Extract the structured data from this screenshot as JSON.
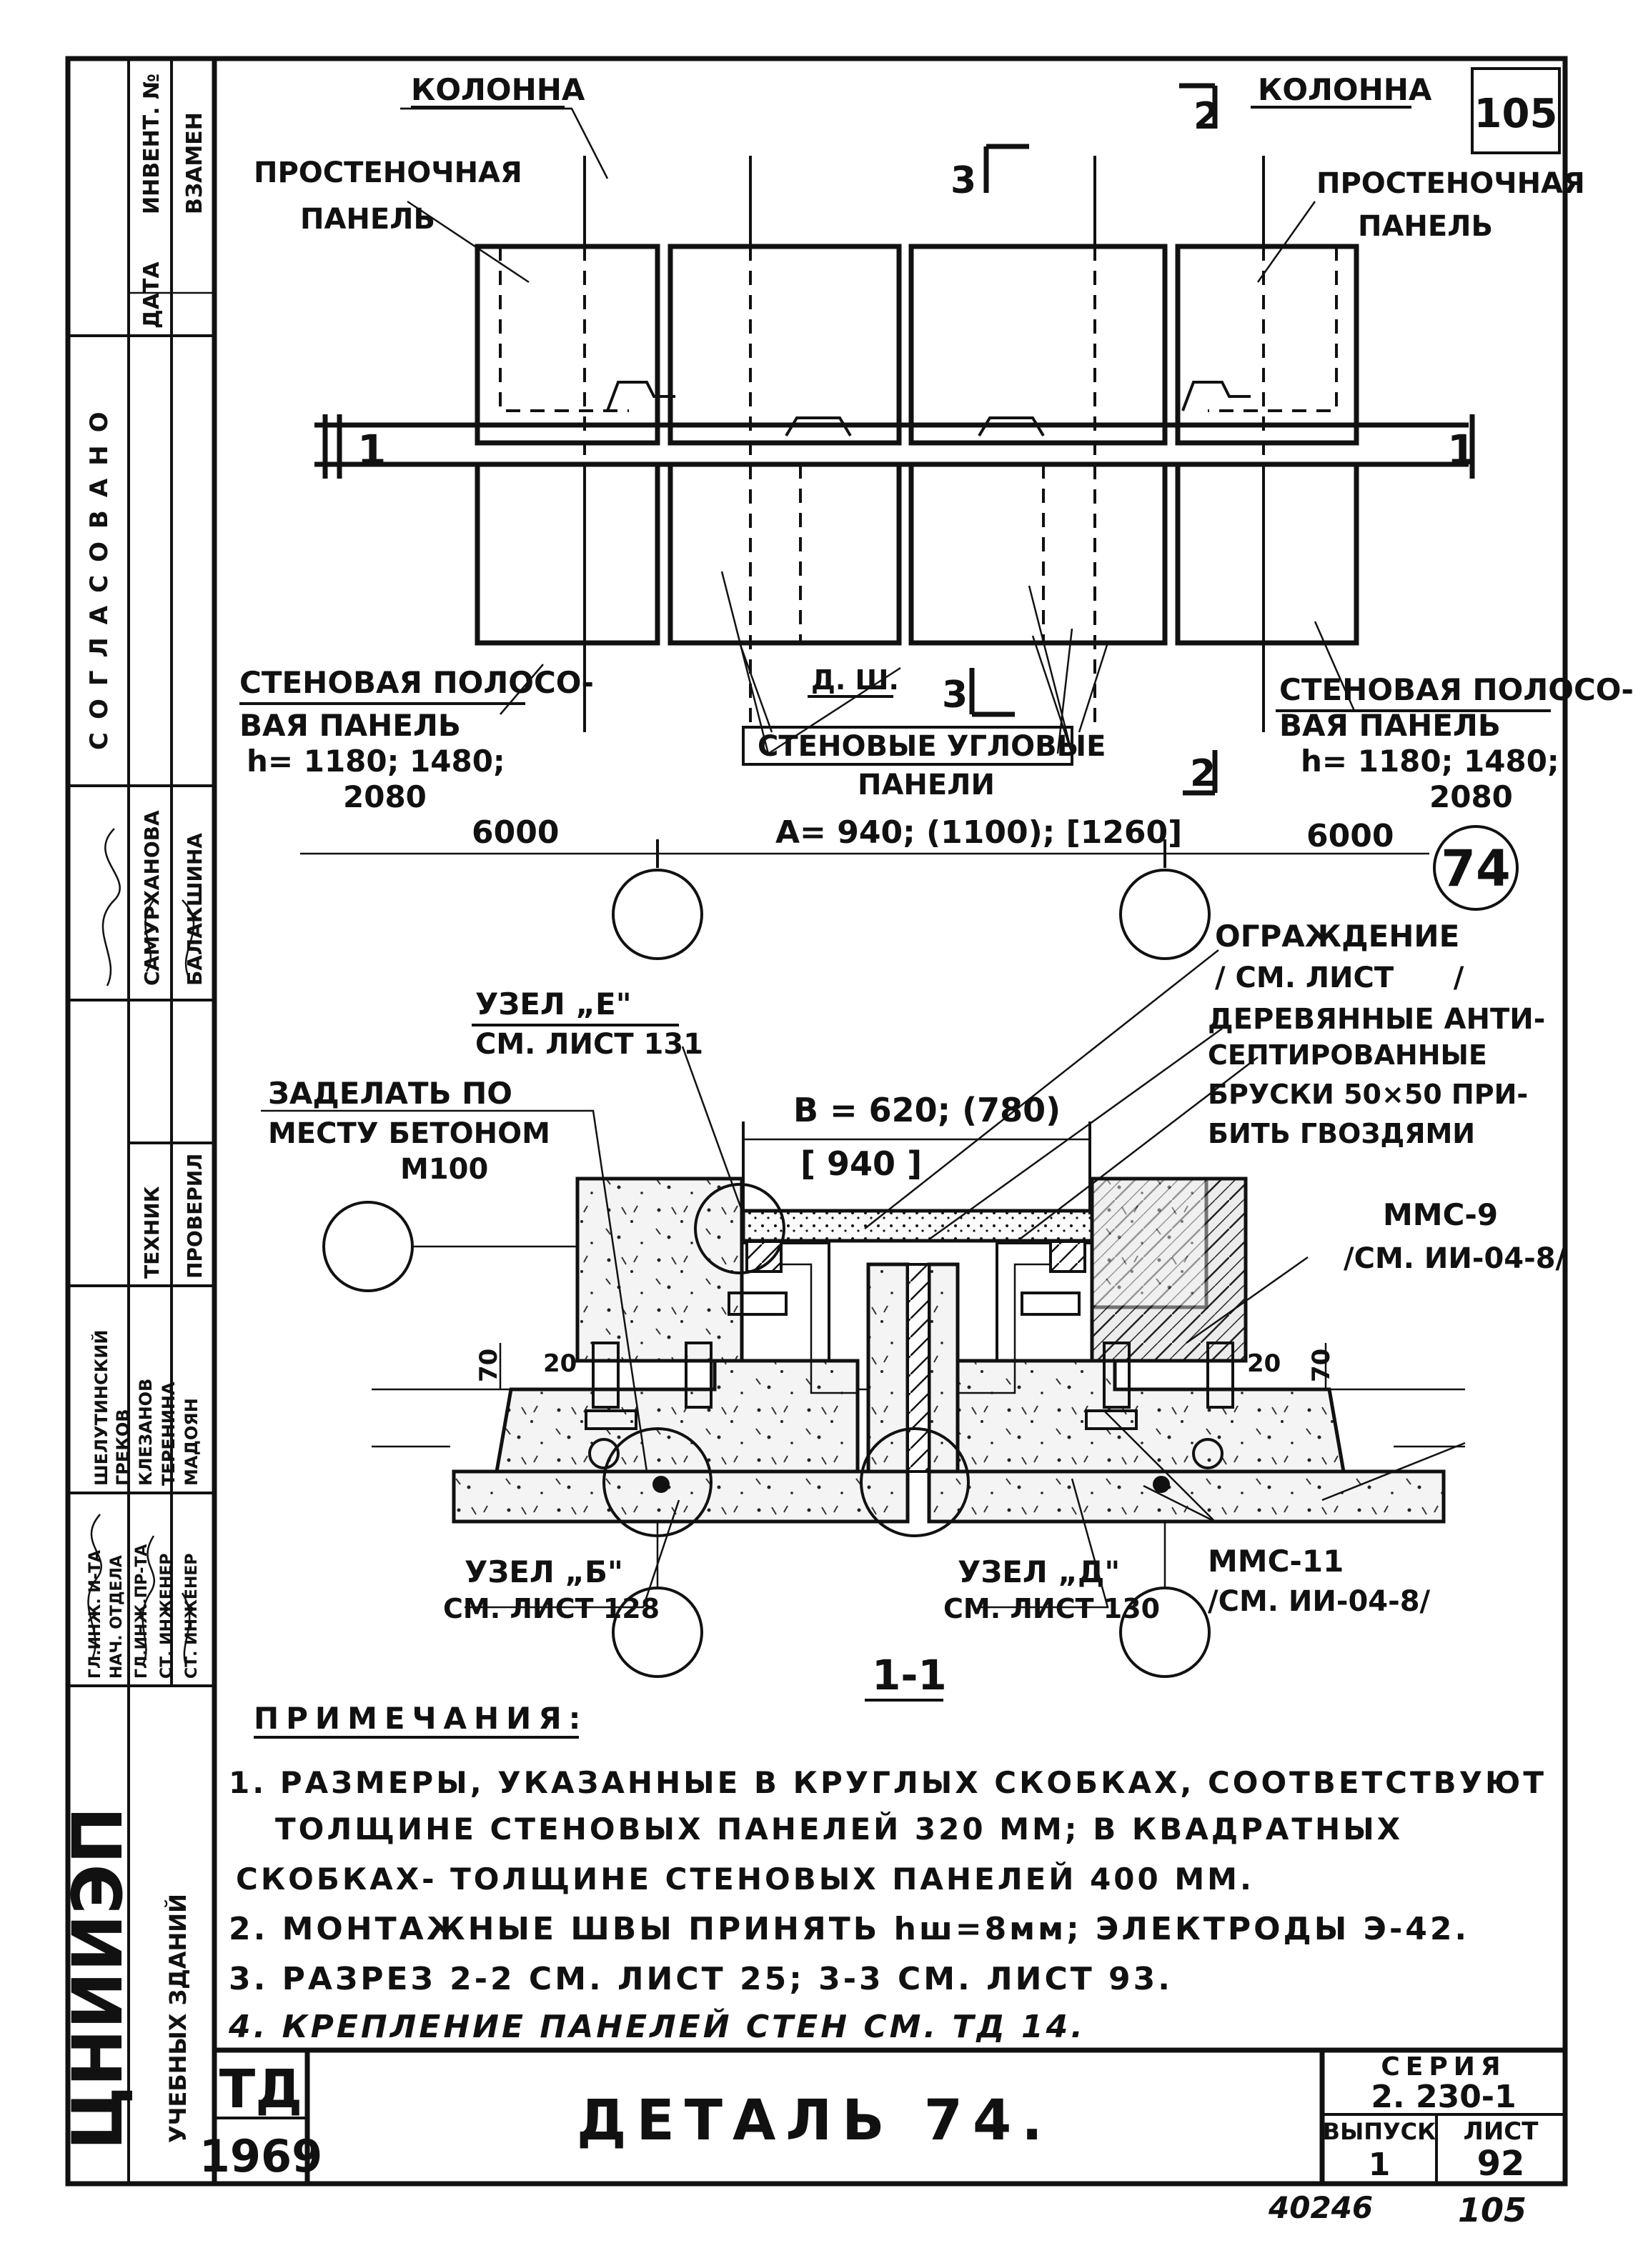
{
  "sheet": {
    "page_number_box": "105",
    "detail_number": "74",
    "title": "ДЕТАЛЬ 74.",
    "stamp_letters": "ТД",
    "year": "1969",
    "series_label": "СЕРИЯ",
    "series_value": "2. 230-1",
    "issue_label": "ВЫПУСК",
    "issue_value": "1",
    "sheet_label": "ЛИСТ",
    "sheet_value": "92",
    "inventory_number": "40246",
    "bottom_page": "105",
    "org_name": "ЦНИИЭП",
    "org_subtitle": "УЧЕБНЫХ ЗДАНИЙ"
  },
  "left_strip": {
    "admin_labels": [
      "ДАТА",
      "ИНВЕНТ. №",
      "ВЗАМЕН"
    ],
    "agreed_label": "СОГЛАСОВАНО",
    "approvers": [
      "САМУРХАНОВА",
      "БАЛАКШИНА"
    ],
    "roles_a": [
      "ТЕХНИК",
      "ПРОВЕРИЛ"
    ],
    "names_a": [
      "ШЕЛУТИНСКИЙ",
      "ГРЕКОВ",
      "КЛЕЗАНОВ",
      "ТЕРЕНИНА",
      "МАДОЯН"
    ],
    "roles_b": [
      "ГЛ.ИНЖ. И-ТА",
      "НАЧ. ОТДЕЛА",
      "ГЛ.ИНЖ.ПР-ТА",
      "СТ. ИНЖЕНЕР",
      "СТ. ИНЖЕНЕР"
    ]
  },
  "plan": {
    "column_left": "КОЛОННА",
    "column_right": "КОЛОННА",
    "pier_panel_left": [
      "ПРОСТЕНОЧНАЯ",
      "ПАНЕЛЬ"
    ],
    "pier_panel_right": [
      "ПРОСТЕНОЧНАЯ",
      "ПАНЕЛЬ"
    ],
    "strip_panel_left": [
      "СТЕНОВАЯ ПОЛОСО-",
      "ВАЯ ПАНЕЛЬ",
      "h= 1180; 1480;",
      "2080"
    ],
    "strip_panel_right": [
      "СТЕНОВАЯ ПОЛОСО-",
      "ВАЯ ПАНЕЛЬ",
      "h= 1180; 1480;",
      "2080"
    ],
    "corner_panels": [
      "СТЕНОВЫЕ УГЛОВЫЕ",
      "ПАНЕЛИ",
      "А= 940; (1100); [1260]"
    ],
    "dsh_label": "Д. Ш.",
    "section_marks": [
      "1",
      "1",
      "2",
      "2",
      "3",
      "3"
    ],
    "dim_left": "6000",
    "dim_right": "6000"
  },
  "section": {
    "title": "1-1",
    "fence": [
      "ОГРАЖДЕНИЕ",
      "/ СМ. ЛИСТ      /"
    ],
    "node_e": [
      "УЗЕЛ „Е\"",
      "СМ. ЛИСТ 131"
    ],
    "wooden_bars": [
      "ДЕРЕВЯННЫЕ  АНТИ-",
      "СЕПТИРОВАННЫЕ",
      "БРУСКИ  50×50  ПРИ-",
      "БИТЬ  ГВОЗДЯМИ"
    ],
    "fill_concrete": [
      "ЗАДЕЛАТЬ  ПО",
      "МЕСТУ  БЕТОНОМ",
      "М100"
    ],
    "width_dim": [
      "В = 620; (780)",
      "[ 940 ]"
    ],
    "mmc9": [
      "ММС-9",
      "/СМ. ИИ-04-8/"
    ],
    "mmc11": [
      "ММС-11",
      "/СМ. ИИ-04-8/"
    ],
    "node_b": [
      "УЗЕЛ „Б\"",
      "СМ. ЛИСТ 128"
    ],
    "node_d": [
      "УЗЕЛ „Д\"",
      "СМ. ЛИСТ 130"
    ],
    "small_dims": [
      "20",
      "70",
      "20",
      "70"
    ]
  },
  "notes": {
    "heading": "ПРИМЕЧАНИЯ:",
    "lines": [
      "1. РАЗМЕРЫ, УКАЗАННЫЕ В КРУГЛЫХ СКОБКАХ, СООТВЕТСТВУЮТ",
      "ТОЛЩИНЕ СТЕНОВЫХ ПАНЕЛЕЙ 320 ММ; В КВАДРАТНЫХ",
      "СКОБКАХ- ТОЛЩИНЕ СТЕНОВЫХ ПАНЕЛЕЙ 400 ММ.",
      "2. МОНТАЖНЫЕ ШВЫ ПРИНЯТЬ hш=8мм; ЭЛЕКТРОДЫ Э-42.",
      "3. РАЗРЕЗ 2-2 СМ. ЛИСТ 25; 3-3 СМ. ЛИСТ 93.",
      "4. КРЕПЛЕНИЕ ПАНЕЛЕЙ СТЕН СМ. ТД 14."
    ]
  }
}
